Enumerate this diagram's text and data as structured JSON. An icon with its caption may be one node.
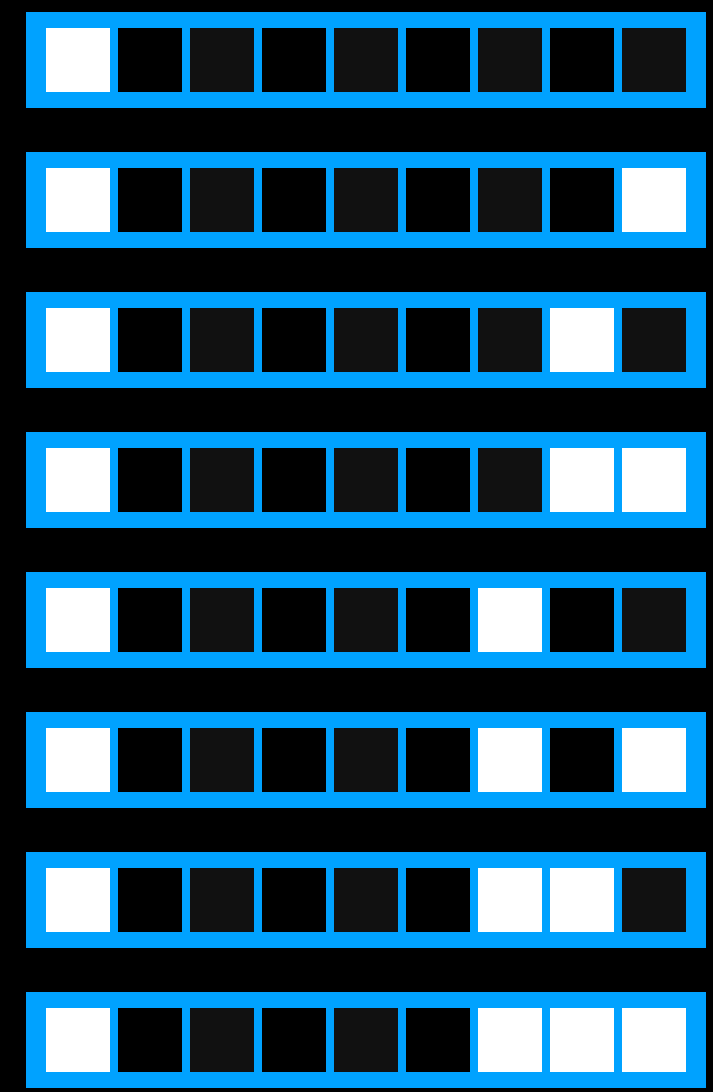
{
  "diagram": {
    "nodes": [
      {
        "text": [],
        "shape": "bar"
      },
      {
        "text": [],
        "shape": "box",
        "in": 0
      },
      {
        "text": [],
        "shape": "box",
        "in": 0
      },
      {
        "text": [],
        "shape": "box",
        "in": 0
      },
      {
        "text": [],
        "shape": "box",
        "in": 0
      },
      {
        "text": [],
        "shape": "box",
        "in": 0
      },
      {
        "text": [],
        "shape": "box",
        "in": 0
      },
      {
        "text": [],
        "shape": "box",
        "in": 0
      },
      {
        "text": [],
        "shape": "box",
        "in": 0
      },
      {
        "text": [],
        "shape": "box",
        "in": 0
      },
      {
        "text": [],
        "shape": "bar"
      },
      {
        "text": [],
        "shape": "box",
        "in": 10
      },
      {
        "text": [],
        "shape": "box",
        "in": 10
      },
      {
        "text": [],
        "shape": "box",
        "in": 10
      },
      {
        "text": [],
        "shape": "box",
        "in": 10
      },
      {
        "text": [],
        "shape": "box",
        "in": 10
      },
      {
        "text": [],
        "shape": "box",
        "in": 10
      },
      {
        "text": [],
        "shape": "box",
        "in": 10
      },
      {
        "text": [],
        "shape": "box",
        "in": 10
      },
      {
        "text": [],
        "shape": "box",
        "in": 10
      },
      {
        "text": [],
        "shape": "bar"
      },
      {
        "text": [],
        "shape": "box",
        "in": 20
      },
      {
        "text": [],
        "shape": "box",
        "in": 20
      },
      {
        "text": [],
        "shape": "box",
        "in": 20
      },
      {
        "text": [],
        "shape": "box",
        "in": 20
      },
      {
        "text": [],
        "shape": "box",
        "in": 20
      },
      {
        "text": [],
        "shape": "box",
        "in": 20
      },
      {
        "text": [],
        "shape": "box",
        "in": 20
      },
      {
        "text": [],
        "shape": "box",
        "in": 20
      },
      {
        "text": [],
        "shape": "box",
        "in": 20
      },
      {
        "text": [],
        "shape": "bar"
      },
      {
        "text": [],
        "shape": "box",
        "in": 30
      },
      {
        "text": [],
        "shape": "box",
        "in": 30
      },
      {
        "text": [],
        "shape": "box",
        "in": 30
      },
      {
        "text": [],
        "shape": "box",
        "in": 30
      },
      {
        "text": [],
        "shape": "box",
        "in": 30
      },
      {
        "text": [],
        "shape": "box",
        "in": 30
      },
      {
        "text": [],
        "shape": "box",
        "in": 30
      },
      {
        "text": [],
        "shape": "box",
        "in": 30
      },
      {
        "text": [],
        "shape": "box",
        "in": 30
      },
      {
        "text": [],
        "shape": "bar"
      },
      {
        "text": [],
        "shape": "box",
        "in": 40
      },
      {
        "text": [],
        "shape": "box",
        "in": 40
      },
      {
        "text": [],
        "shape": "box",
        "in": 40
      },
      {
        "text": [],
        "shape": "box",
        "in": 40
      },
      {
        "text": [],
        "shape": "box",
        "in": 40
      },
      {
        "text": [],
        "shape": "box",
        "in": 40
      },
      {
        "text": [],
        "shape": "box",
        "in": 40
      },
      {
        "text": [],
        "shape": "box",
        "in": 40
      },
      {
        "text": [],
        "shape": "box",
        "in": 40
      },
      {
        "text": [],
        "shape": "bar"
      },
      {
        "text": [],
        "shape": "box",
        "in": 50
      },
      {
        "text": [],
        "shape": "box",
        "in": 50
      },
      {
        "text": [],
        "shape": "box",
        "in": 50
      },
      {
        "text": [],
        "shape": "box",
        "in": 50
      },
      {
        "text": [],
        "shape": "box",
        "in": 50
      },
      {
        "text": [],
        "shape": "box",
        "in": 50
      },
      {
        "text": [],
        "shape": "box",
        "in": 50
      },
      {
        "text": [],
        "shape": "box",
        "in": 50
      },
      {
        "text": [],
        "shape": "box",
        "in": 50
      },
      {
        "text": [],
        "shape": "bar"
      },
      {
        "text": [],
        "shape": "box",
        "in": 60
      },
      {
        "text": [],
        "shape": "box",
        "in": 60
      },
      {
        "text": [],
        "shape": "box",
        "in": 60
      },
      {
        "text": [],
        "shape": "box",
        "in": 60
      },
      {
        "text": [],
        "shape": "box",
        "in": 60
      },
      {
        "text": [],
        "shape": "box",
        "in": 60
      },
      {
        "text": [],
        "shape": "box",
        "in": 60
      },
      {
        "text": [],
        "shape": "box",
        "in": 60
      },
      {
        "text": [],
        "shape": "box",
        "in": 60
      },
      {
        "text": [],
        "shape": "bar"
      },
      {
        "text": [],
        "shape": "box",
        "in": 70
      },
      {
        "text": [],
        "shape": "box",
        "in": 70
      },
      {
        "text": [],
        "shape": "box",
        "in": 70
      },
      {
        "text": [],
        "shape": "box",
        "in": 70
      },
      {
        "text": [],
        "shape": "box",
        "in": 70
      },
      {
        "text": [],
        "shape": "box",
        "in": 70
      },
      {
        "text": [],
        "shape": "box",
        "in": 70
      },
      {
        "text": [],
        "shape": "box",
        "in": 70
      },
      {
        "text": [],
        "shape": "box",
        "in": 70
      }
    ]
  }
}
